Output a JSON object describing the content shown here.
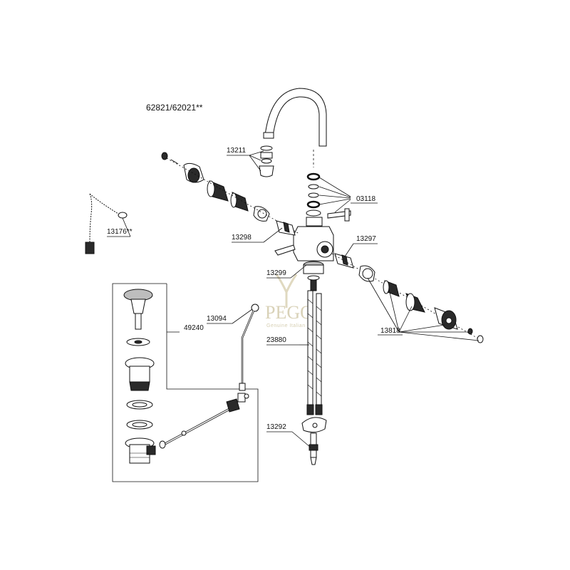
{
  "diagram": {
    "title": "62821/62021**",
    "watermark": {
      "name": "PEGO",
      "tagline": "Genuine Italian"
    },
    "labels": {
      "aerator": "13211",
      "orings": "03118",
      "chain": "13176**",
      "cartridge_left": "13298",
      "cartridge_right": "13297",
      "spindle": "13299",
      "handle_set": "13818",
      "lift_rod": "13094",
      "waste_set": "49240",
      "hoses": "23880",
      "fixing": "13292"
    }
  }
}
